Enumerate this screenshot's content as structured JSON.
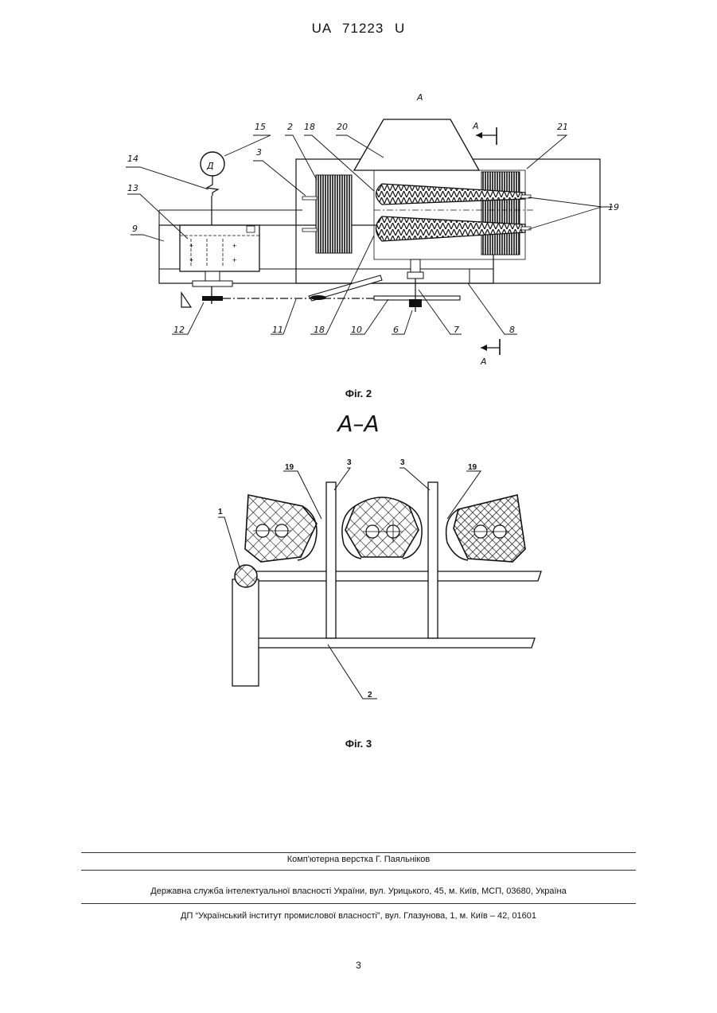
{
  "header": {
    "patent_id": "UA   71223   U"
  },
  "fig2": {
    "view_mark": "A",
    "section_mark_top": "A",
    "section_mark_bottom": "A",
    "motor_symbol": "Д",
    "caption": "Фіг. 2",
    "labels": {
      "l15": "15",
      "l2": "2",
      "l18a": "18",
      "l20": "20",
      "l21": "21",
      "l14": "14",
      "l3": "3",
      "l13": "13",
      "l9": "9",
      "l19": "19",
      "l12": "12",
      "l11": "11",
      "l18b": "18",
      "l10": "10",
      "l6": "6",
      "l7": "7",
      "l8": "8"
    }
  },
  "fig3": {
    "section_title": "А–А",
    "caption": "Фіг. 3",
    "labels": {
      "l19a": "19",
      "l3a": "3",
      "l3b": "3",
      "l19b": "19",
      "l1": "1",
      "l2": "2"
    }
  },
  "footer": {
    "layout_credit": "Комп'ютерна верстка Г. Паяльніков",
    "agency": "Державна служба інтелектуальної власності України, вул. Урицького, 45, м. Київ, МСП, 03680, Україна",
    "institute": "ДП “Український інститут промислової власності”, вул. Глазунова, 1, м. Київ – 42, 01601"
  },
  "page_number": "3"
}
